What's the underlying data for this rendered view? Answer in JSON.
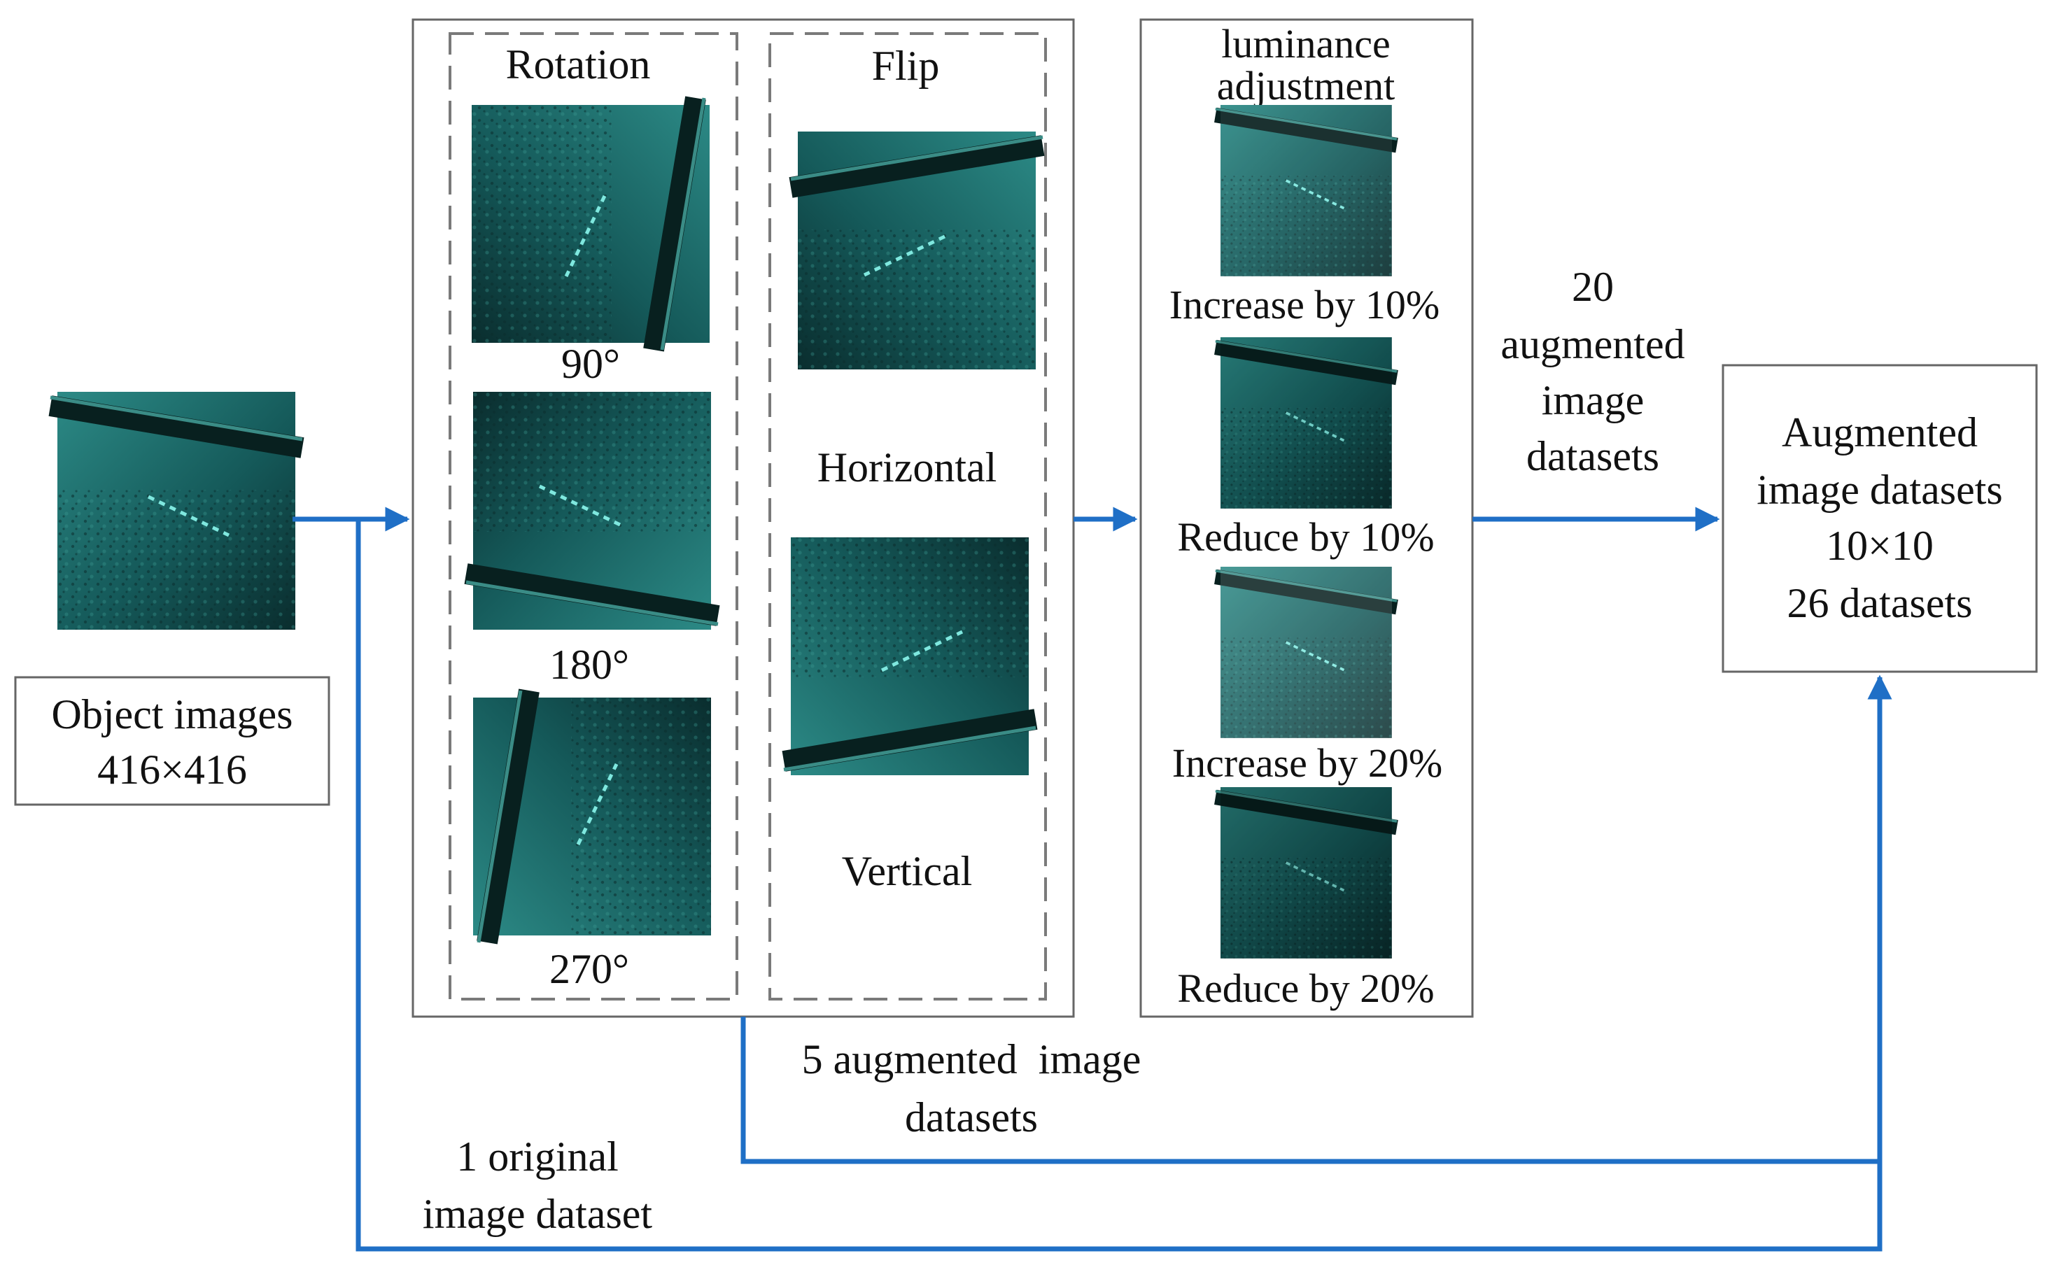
{
  "colors": {
    "arrow": "#1f6fc6",
    "box_border": "#666666",
    "dash_border": "#7a7a7a",
    "photo_base": "#0f3f40",
    "photo_light": "#2c8a86",
    "photo_dark": "#0a2d2e"
  },
  "source": {
    "label_line1": "Object images",
    "label_line2": "416×416"
  },
  "rotation": {
    "title": "Rotation",
    "items": [
      "90°",
      "180°",
      "270°"
    ]
  },
  "flip": {
    "title": "Flip",
    "items": [
      "Horizontal",
      "Vertical"
    ]
  },
  "luminance": {
    "title_line1": "luminance",
    "title_line2": "adjustment",
    "items": [
      "Increase by 10%",
      "Reduce by 10%",
      "Increase by 20%",
      "Reduce by 20%"
    ]
  },
  "flows": {
    "luminance_output": [
      "20",
      "augmented",
      "image",
      "datasets"
    ],
    "geometric_output": [
      "5 augmented  image",
      "datasets"
    ],
    "original_output": [
      "1 original",
      "image dataset"
    ]
  },
  "result": {
    "lines": [
      "Augmented",
      "image datasets",
      "10×10",
      "26 datasets"
    ]
  }
}
